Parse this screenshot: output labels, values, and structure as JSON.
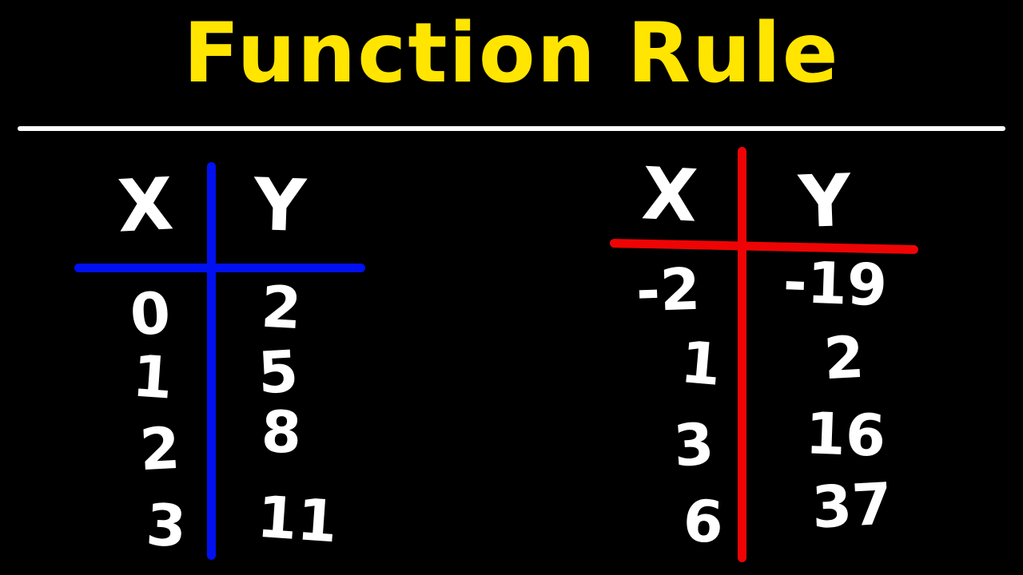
{
  "title": "Function Rule",
  "colors": {
    "background": "#000000",
    "title_text": "#FFE500",
    "divider": "#FFFFFF",
    "left_table_lines": "#0010F0",
    "right_table_lines": "#EE0404",
    "value_text": "#FFFFFF"
  },
  "left_table": {
    "x_header": "X",
    "y_header": "Y",
    "rows": [
      {
        "x": "0",
        "y": "2"
      },
      {
        "x": "1",
        "y": "5"
      },
      {
        "x": "2",
        "y": "8"
      },
      {
        "x": "3",
        "y": "11"
      }
    ]
  },
  "right_table": {
    "x_header": "X",
    "y_header": "Y",
    "rows": [
      {
        "x": "-2",
        "y": "-19"
      },
      {
        "x": "1",
        "y": "2"
      },
      {
        "x": "3",
        "y": "16"
      },
      {
        "x": "6",
        "y": "37"
      }
    ]
  },
  "chart_data": [
    {
      "type": "table",
      "columns": [
        "X",
        "Y"
      ],
      "rows": [
        [
          0,
          2
        ],
        [
          1,
          5
        ],
        [
          2,
          8
        ],
        [
          3,
          11
        ]
      ],
      "accent_color": "#0010F0"
    },
    {
      "type": "table",
      "columns": [
        "X",
        "Y"
      ],
      "rows": [
        [
          -2,
          -19
        ],
        [
          1,
          2
        ],
        [
          3,
          16
        ],
        [
          6,
          37
        ]
      ],
      "accent_color": "#EE0404"
    }
  ]
}
